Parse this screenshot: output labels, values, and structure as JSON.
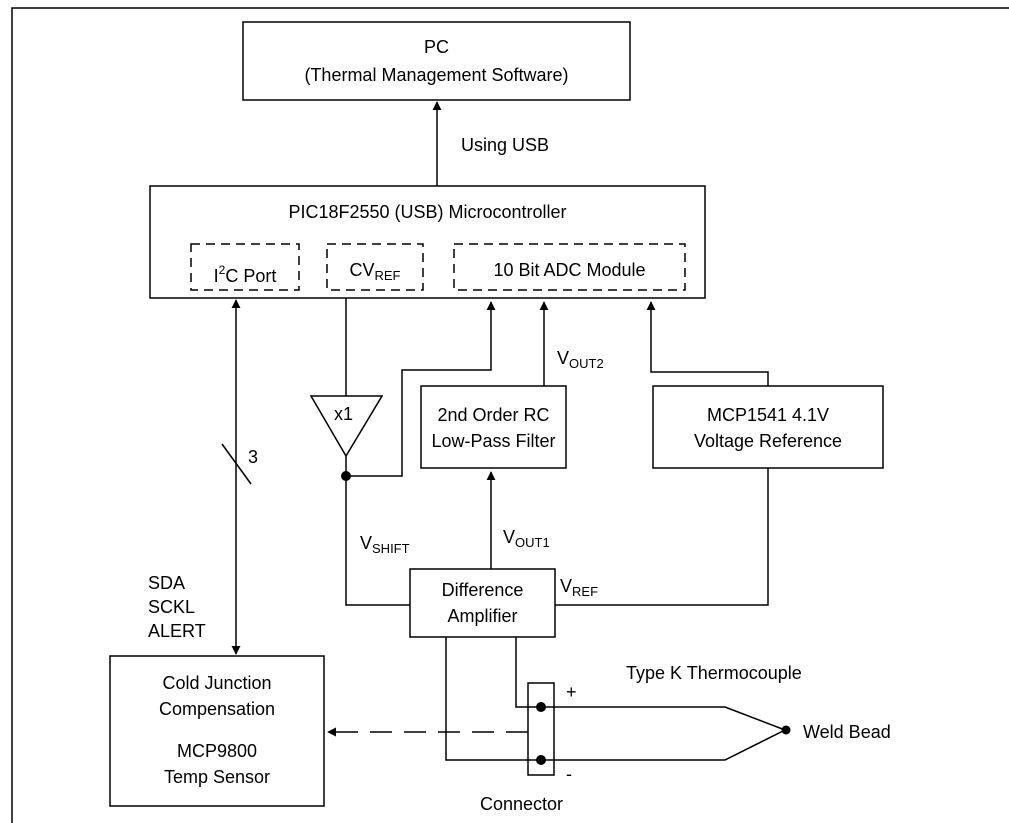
{
  "pc": {
    "line1": "PC",
    "line2": "(Thermal Management Software)"
  },
  "link": {
    "usb": "Using USB"
  },
  "mcu": {
    "title": "PIC18F2550 (USB) Microcontroller",
    "i2c": {
      "prefix": "I",
      "sup": "2",
      "suffix": "C Port"
    },
    "cvref": {
      "main": "CV",
      "sub": "REF"
    },
    "adc": "10 Bit ADC Module"
  },
  "buffer": {
    "label": "x1"
  },
  "filter": {
    "line1": "2nd Order RC",
    "line2": "Low-Pass Filter"
  },
  "vref_block": {
    "line1": "MCP1541 4.1V",
    "line2": "Voltage Reference"
  },
  "diffamp": {
    "line1": "Difference",
    "line2": "Amplifier"
  },
  "cjc": {
    "line1": "Cold Junction",
    "line2": "Compensation",
    "line3": "MCP9800",
    "line4": "Temp Sensor"
  },
  "signals": {
    "vout2": {
      "main": "V",
      "sub": "OUT2"
    },
    "vout1": {
      "main": "V",
      "sub": "OUT1"
    },
    "vshift": {
      "main": "V",
      "sub": "SHIFT"
    },
    "vref": {
      "main": "V",
      "sub": "REF"
    },
    "bus_count": "3",
    "bus_lines": [
      "SDA",
      "SCKL",
      "ALERT"
    ]
  },
  "thermocouple": {
    "title": "Type K Thermocouple",
    "plus": "+",
    "minus": "-",
    "junction": "Weld Bead",
    "connector": "Connector"
  }
}
